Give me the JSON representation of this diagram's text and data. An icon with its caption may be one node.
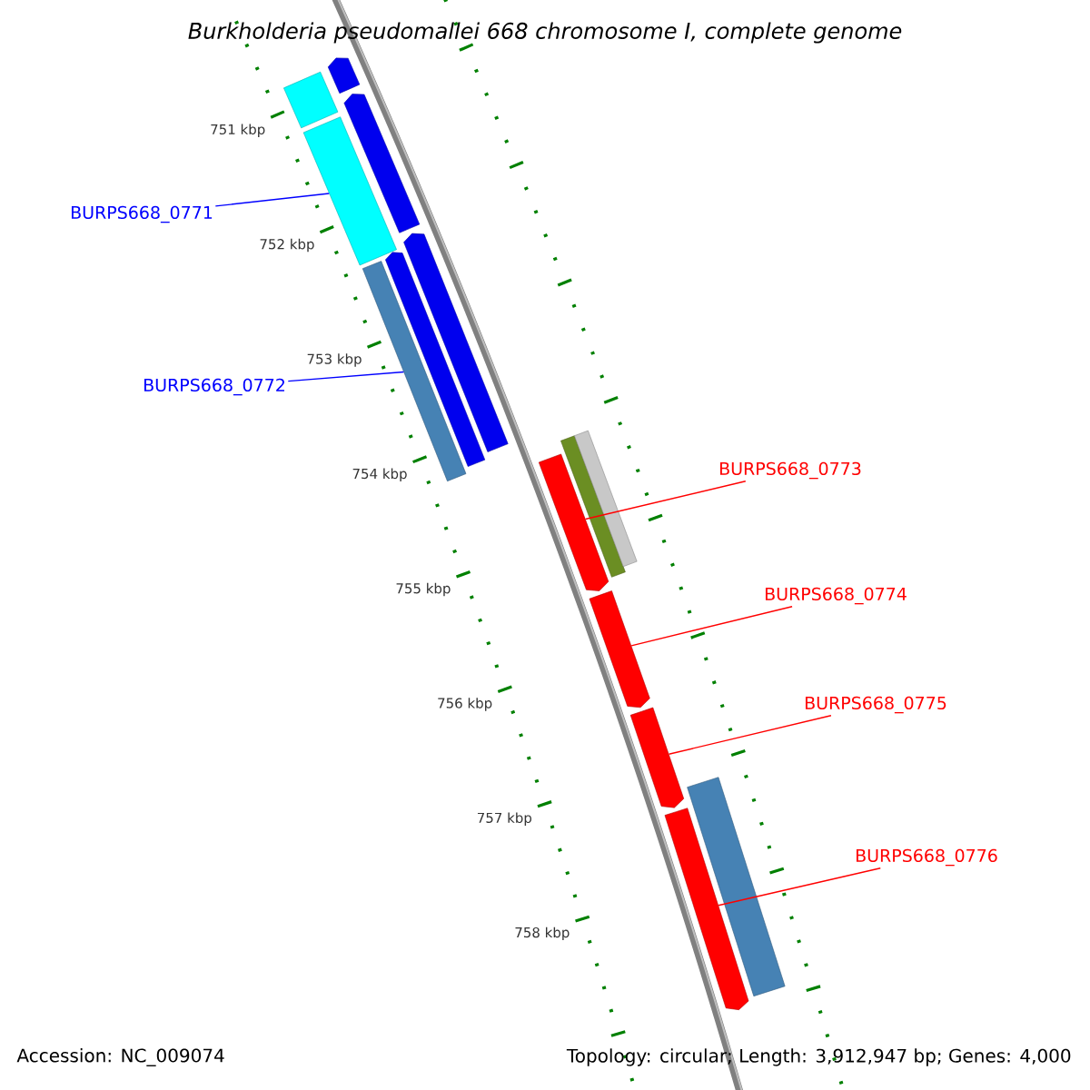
{
  "diagram": {
    "title": "Burkholderia pseudomallei 668 chromosome I, complete genome",
    "nodes": [
      {
        "text": [
          "BURPS668_0771"
        ]
      },
      {
        "text": [
          "BURPS668_0772"
        ]
      },
      {
        "text": [
          "BURPS668_0773"
        ]
      },
      {
        "text": [
          "BURPS668_0774"
        ]
      },
      {
        "text": [
          "BURPS668_0775"
        ]
      },
      {
        "text": [
          "BURPS668_0776"
        ]
      },
      {
        "text": [],
        "shape": "bar"
      },
      {
        "text": [],
        "shape": "bar"
      },
      {
        "text": [],
        "shape": "bar"
      },
      {
        "text": [],
        "shape": "bar"
      },
      {
        "text": [],
        "shape": "bar"
      },
      {
        "text": [],
        "shape": "bar"
      },
      {
        "text": [],
        "shape": "bar"
      },
      {
        "text": [],
        "shape": "bar"
      },
      {
        "text": [],
        "shape": "bar"
      },
      {
        "text": [],
        "shape": "bar"
      },
      {
        "text": [],
        "shape": "bar"
      },
      {
        "text": [],
        "shape": "bar"
      },
      {
        "text": [],
        "shape": "bar"
      },
      {
        "text": [],
        "shape": "bar"
      }
    ],
    "edges": [
      {
        "from": 0,
        "to": 9,
        "arrow": "none",
        "color": "#0000ff"
      },
      {
        "from": 1,
        "to": 12,
        "arrow": "none",
        "color": "#0000ff"
      },
      {
        "from": 2,
        "to": 15,
        "arrow": "none"
      },
      {
        "from": 3,
        "to": 16,
        "arrow": "none"
      },
      {
        "from": 4,
        "to": 17,
        "arrow": "none"
      },
      {
        "from": 5,
        "to": 19,
        "arrow": "none"
      }
    ],
    "labels": [
      "751 kbp",
      "752 kbp",
      "753 kbp",
      "754 kbp",
      "755 kbp",
      "756 kbp",
      "757 kbp",
      "758 kbp",
      "Accession: NC_009074",
      "Topology: circular; Length: 3,912,947 bp; Genes: 4,000"
    ]
  }
}
